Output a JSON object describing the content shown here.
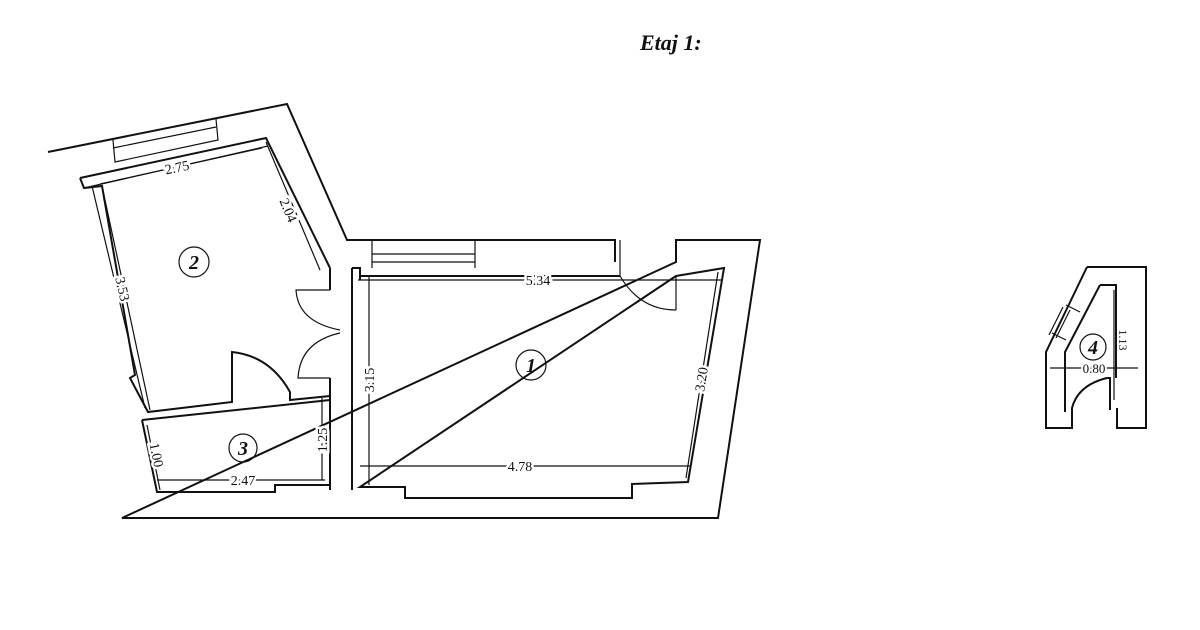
{
  "title": "Etaj 1:",
  "rooms": [
    {
      "number": "1",
      "dims": [
        "5.34",
        "3.15",
        "3.20",
        "4.78"
      ]
    },
    {
      "number": "2",
      "dims": [
        "2.75",
        "2.04",
        "3.53"
      ]
    },
    {
      "number": "3",
      "dims": [
        "1.00",
        "2.47",
        "1.25"
      ]
    },
    {
      "number": "4",
      "dims": [
        "0.80",
        "1.13"
      ]
    }
  ]
}
